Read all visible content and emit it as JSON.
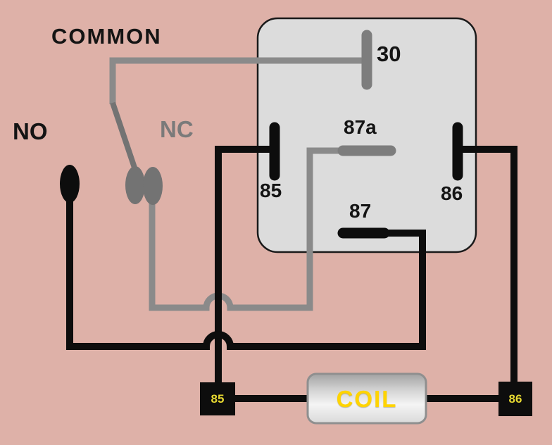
{
  "diagram": {
    "type": "relay-wiring-diagram",
    "colors": {
      "background": "#deb1a8",
      "relay_body_fill": "#dcdcdc",
      "relay_body_border": "#1a1a1a",
      "wire_black": "#0d0d0d",
      "wire_gray": "#8a8a8a",
      "contact_gray": "#737373",
      "blade_gray": "#7d7d7d",
      "coil_border": "#8f8f8f",
      "coil_text_yellow": "#ffd400",
      "terminal_text_yellow": "#e6d831"
    },
    "labels": {
      "common": "COMMON",
      "no": "NO",
      "nc": "NC",
      "pin_30": "30",
      "pin_85": "85",
      "pin_86": "86",
      "pin_87": "87",
      "pin_87a": "87a",
      "coil": "COIL",
      "terminal_85": "85",
      "terminal_86": "86"
    }
  }
}
